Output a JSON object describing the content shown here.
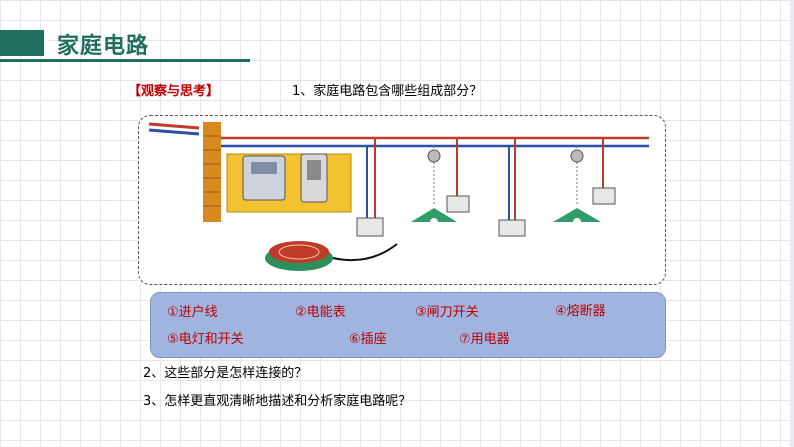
{
  "header": {
    "title": "家庭电路"
  },
  "section": {
    "tag": "【观察与思考】"
  },
  "questions": {
    "q1": "1、家庭电路包含哪些组成部分？",
    "q2": "2、这些部分是怎样连接的？",
    "q3": "3、怎样更直观清晰地描述和分析家庭电路呢？"
  },
  "answers": [
    "①进户线",
    "②电能表",
    "③闸刀开关",
    "④熔断器",
    "⑤电灯和开关",
    "⑥插座",
    "⑦用电器"
  ],
  "colors": {
    "theme": "#1f6e5e",
    "highlight": "#c00000",
    "answer_bg": "#9fb4de"
  },
  "diagram": {
    "icons": [
      "wall-icon",
      "energy-meter-icon",
      "knife-switch-icon",
      "fuse-icon",
      "lamp-icon",
      "wall-switch-icon",
      "socket-icon",
      "electric-stove-icon"
    ]
  }
}
